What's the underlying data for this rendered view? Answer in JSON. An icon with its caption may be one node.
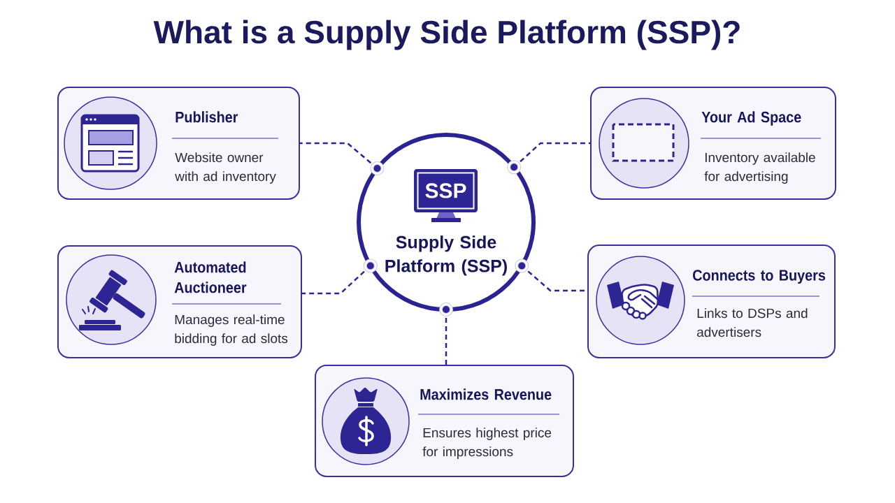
{
  "diagram": {
    "title": "What is a Supply Side Platform (SSP)?",
    "nodes": [
      {
        "text": [
          "Publisher",
          "Website owner with ad inventory"
        ]
      },
      {
        "text": [
          "Your Ad Space",
          "Inventory available for advertising"
        ]
      },
      {
        "text": [
          "Supply Side Platform (SSP)"
        ]
      },
      {
        "text": [
          "SSP"
        ],
        "in": 2
      },
      {
        "text": [
          "Automated Auctioneer",
          "Manages real-time bidding for ad slots"
        ]
      },
      {
        "text": [
          "Connects to Buyers",
          "Links to DSPs and advertisers"
        ]
      },
      {
        "text": [
          "Maximizes Revenue",
          "Ensures highest price for impressions"
        ]
      }
    ],
    "edges": [
      {
        "from": 2,
        "to": 0,
        "arrow": "other",
        "style": "dashed"
      },
      {
        "from": 2,
        "to": 1,
        "arrow": "other",
        "style": "dashed"
      },
      {
        "from": 2,
        "to": 4,
        "arrow": "other",
        "style": "dashed"
      },
      {
        "from": 2,
        "to": 5,
        "arrow": "other",
        "style": "dashed"
      },
      {
        "from": 2,
        "to": 6,
        "arrow": "other",
        "style": "dashed"
      }
    ]
  }
}
